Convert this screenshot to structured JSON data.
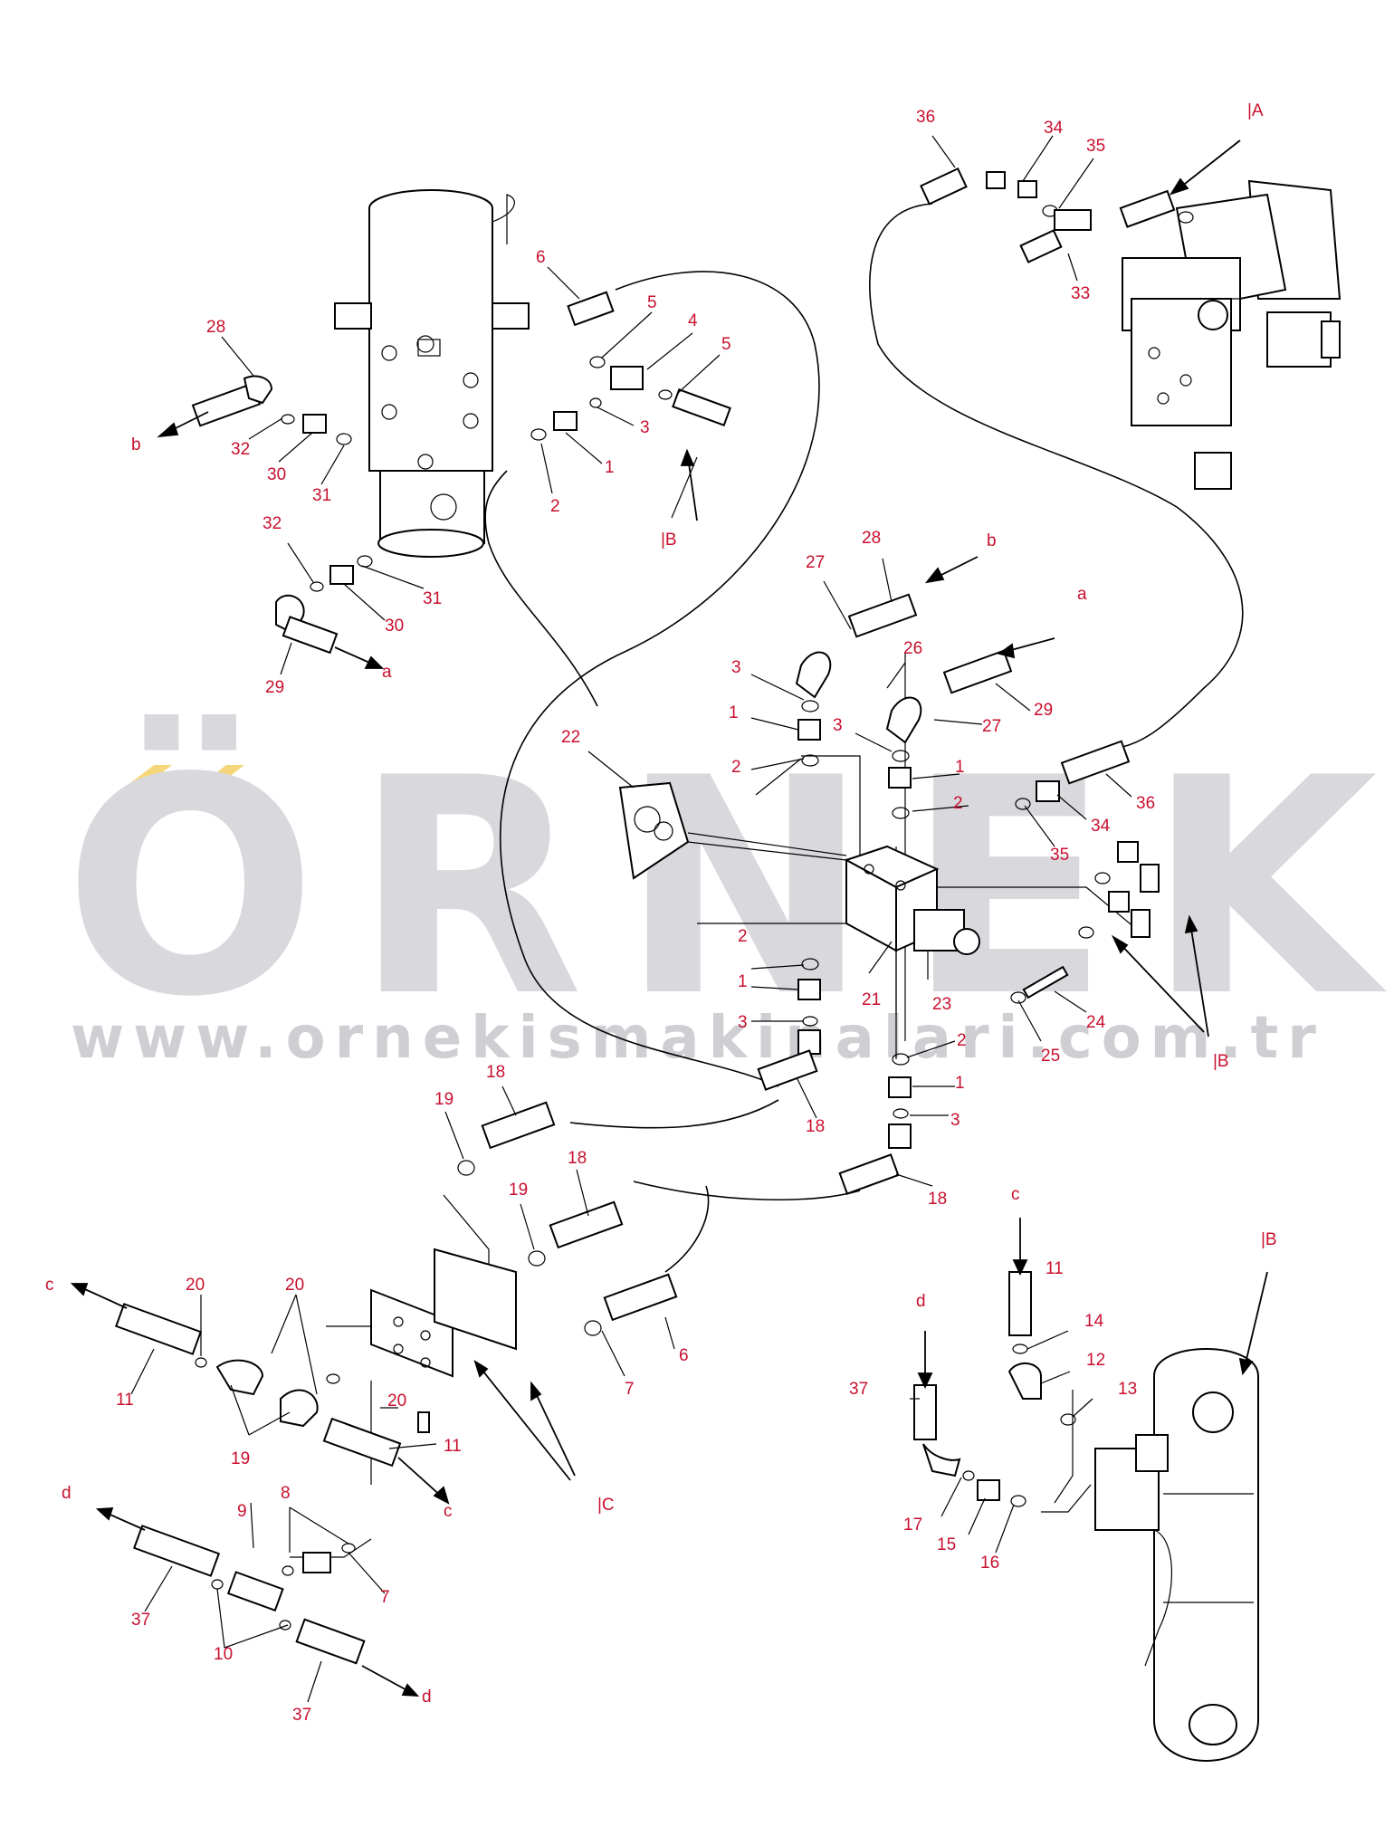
{
  "watermark": {
    "brand": "ÖRNEK",
    "url": "www.ornekismakinalari.com.tr",
    "accent_color": "#f5d67a",
    "text_color": "#d9d8dd"
  },
  "colors": {
    "callout": "#c8102e",
    "line": "#000000"
  },
  "callouts": [
    {
      "id": "c36a",
      "label": "36"
    },
    {
      "id": "c34a",
      "label": "34"
    },
    {
      "id": "c35a",
      "label": "35"
    },
    {
      "id": "cA",
      "label": "|A"
    },
    {
      "id": "c33",
      "label": "33"
    },
    {
      "id": "c6a",
      "label": "6"
    },
    {
      "id": "c5a",
      "label": "5"
    },
    {
      "id": "c4",
      "label": "4"
    },
    {
      "id": "c5b",
      "label": "5"
    },
    {
      "id": "c28a",
      "label": "28"
    },
    {
      "id": "cb1",
      "label": "b"
    },
    {
      "id": "c32a",
      "label": "32"
    },
    {
      "id": "c30a",
      "label": "30"
    },
    {
      "id": "c31a",
      "label": "31"
    },
    {
      "id": "c3a",
      "label": "3"
    },
    {
      "id": "c1a",
      "label": "1"
    },
    {
      "id": "c2a",
      "label": "2"
    },
    {
      "id": "cB1",
      "label": "|B"
    },
    {
      "id": "c32b",
      "label": "32"
    },
    {
      "id": "c31b",
      "label": "31"
    },
    {
      "id": "c30b",
      "label": "30"
    },
    {
      "id": "ca1",
      "label": "a"
    },
    {
      "id": "c29a",
      "label": "29"
    },
    {
      "id": "c28b",
      "label": "28"
    },
    {
      "id": "cb2",
      "label": "b"
    },
    {
      "id": "c27a",
      "label": "27"
    },
    {
      "id": "ca2",
      "label": "a"
    },
    {
      "id": "c26",
      "label": "26"
    },
    {
      "id": "c3b",
      "label": "3"
    },
    {
      "id": "c29b",
      "label": "29"
    },
    {
      "id": "c1b",
      "label": "1"
    },
    {
      "id": "c27b",
      "label": "27"
    },
    {
      "id": "c3c",
      "label": "3"
    },
    {
      "id": "c2b",
      "label": "2"
    },
    {
      "id": "c1c",
      "label": "1"
    },
    {
      "id": "c22",
      "label": "22"
    },
    {
      "id": "c2c",
      "label": "2"
    },
    {
      "id": "c36b",
      "label": "36"
    },
    {
      "id": "c34b",
      "label": "34"
    },
    {
      "id": "c35b",
      "label": "35"
    },
    {
      "id": "c2d",
      "label": "2"
    },
    {
      "id": "c1d",
      "label": "1"
    },
    {
      "id": "c21",
      "label": "21"
    },
    {
      "id": "c23",
      "label": "23"
    },
    {
      "id": "c24",
      "label": "24"
    },
    {
      "id": "c3d",
      "label": "3"
    },
    {
      "id": "c25",
      "label": "25"
    },
    {
      "id": "c2e",
      "label": "2"
    },
    {
      "id": "cB2",
      "label": "|B"
    },
    {
      "id": "c1e",
      "label": "1"
    },
    {
      "id": "c18a",
      "label": "18"
    },
    {
      "id": "c19a",
      "label": "19"
    },
    {
      "id": "c18b",
      "label": "18"
    },
    {
      "id": "c3e",
      "label": "3"
    },
    {
      "id": "c18c",
      "label": "18"
    },
    {
      "id": "c18d",
      "label": "18"
    },
    {
      "id": "c19b",
      "label": "19"
    },
    {
      "id": "cc1",
      "label": "c"
    },
    {
      "id": "cB3",
      "label": "|B"
    },
    {
      "id": "c20a",
      "label": "20"
    },
    {
      "id": "c20b",
      "label": "20"
    },
    {
      "id": "cc2",
      "label": "c"
    },
    {
      "id": "c11a",
      "label": "11"
    },
    {
      "id": "c6b",
      "label": "6"
    },
    {
      "id": "c7a",
      "label": "7"
    },
    {
      "id": "c14",
      "label": "14"
    },
    {
      "id": "cd1",
      "label": "d"
    },
    {
      "id": "c12",
      "label": "12"
    },
    {
      "id": "c11b",
      "label": "11"
    },
    {
      "id": "c19c",
      "label": "19"
    },
    {
      "id": "c20c",
      "label": "20"
    },
    {
      "id": "c37a",
      "label": "37"
    },
    {
      "id": "c13",
      "label": "13"
    },
    {
      "id": "c11c",
      "label": "11"
    },
    {
      "id": "cc3",
      "label": "c"
    },
    {
      "id": "cC",
      "label": "|C"
    },
    {
      "id": "cd2",
      "label": "d"
    },
    {
      "id": "c9",
      "label": "9"
    },
    {
      "id": "c8",
      "label": "8"
    },
    {
      "id": "c17",
      "label": "17"
    },
    {
      "id": "c15",
      "label": "15"
    },
    {
      "id": "c16",
      "label": "16"
    },
    {
      "id": "c7b",
      "label": "7"
    },
    {
      "id": "c37b",
      "label": "37"
    },
    {
      "id": "c10",
      "label": "10"
    },
    {
      "id": "cd3",
      "label": "d"
    },
    {
      "id": "c37c",
      "label": "37"
    }
  ]
}
